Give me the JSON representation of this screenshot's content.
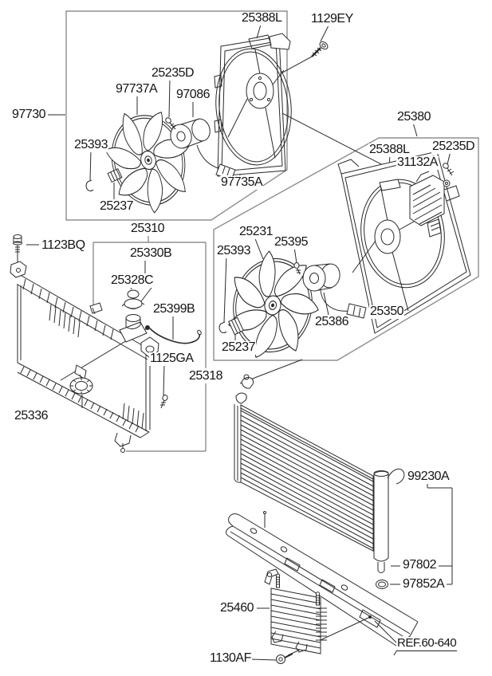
{
  "diagram": {
    "type": "parts-exploded-diagram",
    "subject": "Engine cooling: radiator, cooling fans, condenser and oil cooler",
    "reference_note": "REF.60-640",
    "colors": {
      "background": "#ffffff",
      "part_lines": "#2a2a2a",
      "group_boxes": "#8f8f8f",
      "label_text": "#141414"
    }
  },
  "labels": [
    {
      "part": "97730",
      "text": "97730"
    },
    {
      "part": "25388L",
      "text": "25388L"
    },
    {
      "part": "1129EY",
      "text": "1129EY"
    },
    {
      "part": "25235D",
      "text": "25235D"
    },
    {
      "part": "97737A",
      "text": "97737A"
    },
    {
      "part": "97086",
      "text": "97086"
    },
    {
      "part": "25393",
      "text": "25393"
    },
    {
      "part": "25237",
      "text": "25237"
    },
    {
      "part": "97735A",
      "text": "97735A"
    },
    {
      "part": "25380",
      "text": "25380"
    },
    {
      "part": "25388L",
      "text": "25388L"
    },
    {
      "part": "25235D",
      "text": "25235D"
    },
    {
      "part": "31132A",
      "text": "31132A"
    },
    {
      "part": "25231",
      "text": "25231"
    },
    {
      "part": "25393",
      "text": "25393"
    },
    {
      "part": "25395",
      "text": "25395"
    },
    {
      "part": "25386",
      "text": "25386"
    },
    {
      "part": "25350",
      "text": "25350"
    },
    {
      "part": "25237",
      "text": "25237"
    },
    {
      "part": "25310",
      "text": "25310"
    },
    {
      "part": "1123BQ",
      "text": "1123BQ"
    },
    {
      "part": "25330B",
      "text": "25330B"
    },
    {
      "part": "25328C",
      "text": "25328C"
    },
    {
      "part": "25399B",
      "text": "25399B"
    },
    {
      "part": "1125GA",
      "text": "1125GA"
    },
    {
      "part": "25318",
      "text": "25318"
    },
    {
      "part": "25336",
      "text": "25336"
    },
    {
      "part": "99230A",
      "text": "99230A"
    },
    {
      "part": "97802",
      "text": "97802"
    },
    {
      "part": "97852A",
      "text": "97852A"
    },
    {
      "part": "25460",
      "text": "25460"
    },
    {
      "part": "1130AF",
      "text": "1130AF"
    },
    {
      "part": "REF",
      "text": "REF.60-640"
    }
  ]
}
